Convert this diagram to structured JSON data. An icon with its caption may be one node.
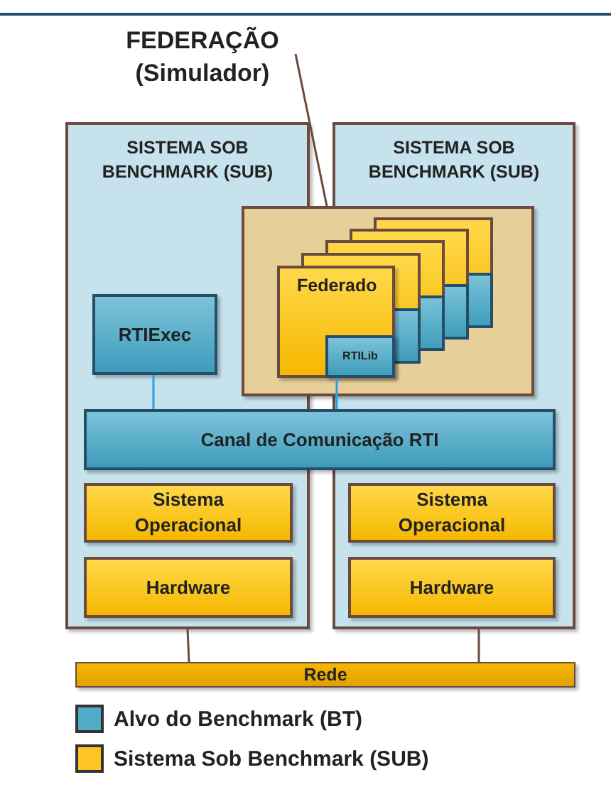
{
  "diagram": {
    "nodes": [
      {
        "text": [
          "SISTEMA SOB BENCHMARK (SUB)"
        ]
      },
      {
        "text": [
          "SISTEMA SOB BENCHMARK (SUB)"
        ]
      },
      {
        "text": [
          "FEDERAÇÃO (Simulador)"
        ]
      },
      {
        "text": [],
        "shape": "box"
      },
      {
        "text": [
          "Federado"
        ],
        "in": 3
      },
      {
        "text": [
          "RTILib"
        ],
        "in": 4
      },
      {
        "text": [
          "RTIExec"
        ],
        "in": 0
      },
      {
        "text": [
          "Canal de Comunicação RTI"
        ]
      },
      {
        "text": [
          "Sistema Operacional"
        ],
        "in": 0
      },
      {
        "text": [
          "Hardware"
        ],
        "in": 0
      },
      {
        "text": [
          "Sistema Operacional"
        ],
        "in": 1
      },
      {
        "text": [
          "Hardware"
        ],
        "in": 1
      },
      {
        "text": [
          "Rede"
        ]
      }
    ],
    "edges": [
      {
        "from": 2,
        "to": 3,
        "arrow": "none"
      },
      {
        "from": 6,
        "to": 7,
        "arrow": "none",
        "color": "#29a3e0"
      },
      {
        "from": 5,
        "to": 7,
        "arrow": "none",
        "color": "#29a3e0"
      },
      {
        "from": 0,
        "to": 12,
        "arrow": "none"
      },
      {
        "from": 1,
        "to": 12,
        "arrow": "none"
      }
    ],
    "legend": [
      {
        "text": "Alvo do Benchmark (BT)",
        "color": "#4fabc6"
      },
      {
        "text": "Sistema Sob Benchmark (SUB)",
        "color": "#fcc524"
      }
    ]
  }
}
